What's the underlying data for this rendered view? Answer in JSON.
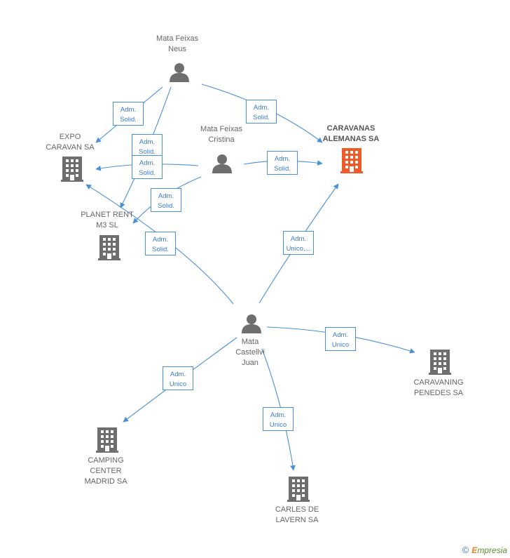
{
  "nodes": {
    "neus": {
      "type": "person",
      "label": [
        "Mata Feixas",
        "Neus"
      ]
    },
    "cristina": {
      "type": "person",
      "label": [
        "Mata Feixas",
        "Cristina"
      ]
    },
    "juan": {
      "type": "person",
      "label": [
        "Mata",
        "Castellvi",
        "Juan"
      ]
    },
    "caravanas": {
      "type": "company",
      "main": true,
      "label": [
        "CARAVANAS",
        "ALEMANAS SA"
      ]
    },
    "expo": {
      "type": "company",
      "label": [
        "EXPO",
        "CARAVAN SA"
      ]
    },
    "planet": {
      "type": "company",
      "label": [
        "PLANET RENT",
        "M3  SL"
      ]
    },
    "caravaning": {
      "type": "company",
      "label": [
        "CARAVANING",
        "PENEDES SA"
      ]
    },
    "camping": {
      "type": "company",
      "label": [
        "CAMPING",
        "CENTER",
        "MADRID SA"
      ]
    },
    "carles": {
      "type": "company",
      "label": [
        "CARLES DE",
        "LAVERN SA"
      ]
    }
  },
  "edges": [
    {
      "id": "neus-expo",
      "label": [
        "Adm.",
        "Solid."
      ]
    },
    {
      "id": "neus-caravanas",
      "label": [
        "Adm.",
        "Solid."
      ]
    },
    {
      "id": "neus-planet",
      "label": [
        "Adm.",
        "Solid."
      ]
    },
    {
      "id": "cristina-expo",
      "label": [
        "Adm.",
        "Solid."
      ]
    },
    {
      "id": "cristina-caravanas",
      "label": [
        "Adm.",
        "Solid."
      ]
    },
    {
      "id": "cristina-planet",
      "label": [
        "Adm.",
        "Solid."
      ]
    },
    {
      "id": "juan-expo",
      "label": [
        "Adm.",
        "Solid."
      ]
    },
    {
      "id": "juan-caravanas",
      "label": [
        "Adm.",
        "Unico,..."
      ]
    },
    {
      "id": "juan-caravaning",
      "label": [
        "Adm.",
        "Unico"
      ]
    },
    {
      "id": "juan-camping",
      "label": [
        "Adm.",
        "Unico"
      ]
    },
    {
      "id": "juan-carles",
      "label": [
        "Adm.",
        "Unico"
      ]
    }
  ],
  "colors": {
    "edge": "#4a90d9",
    "company": "#6e6e6e",
    "main_company": "#f05a28",
    "person": "#6e6e6e"
  },
  "footer": {
    "copyright": "©",
    "brand_initial": "E",
    "brand_rest": "mpresia"
  }
}
